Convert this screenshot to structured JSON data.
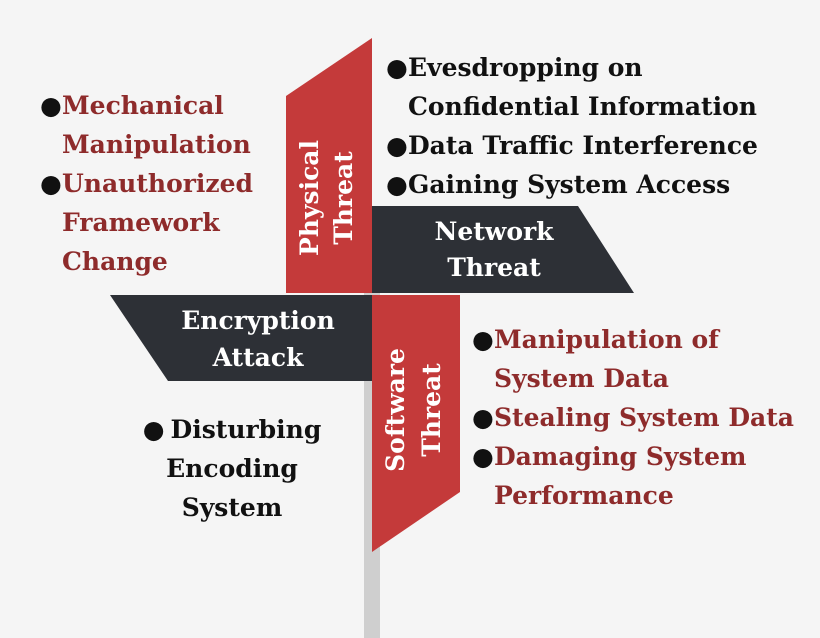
{
  "colors": {
    "red_panel": "#c43a3a",
    "dark_panel": "#2d3036",
    "pole": "#cfcfcf",
    "red_text": "#8e2b2b",
    "dark_text": "#111111"
  },
  "panels": {
    "physical": {
      "line1": "Physical",
      "line2": "Threat"
    },
    "network": {
      "line1": "Network",
      "line2": "Threat"
    },
    "encryption": {
      "line1": "Encryption",
      "line2": "Attack"
    },
    "software": {
      "line1": "Software",
      "line2": "Threat"
    }
  },
  "physical_items": [
    {
      "lines": [
        "Mechanical",
        "Manipulation"
      ]
    },
    {
      "lines": [
        "Unauthorized",
        "Framework",
        "Change"
      ]
    }
  ],
  "network_items": [
    {
      "lines": [
        "Evesdropping on",
        "Confidential Information"
      ]
    },
    {
      "lines": [
        "Data Traffic Interference"
      ]
    },
    {
      "lines": [
        "Gaining System Access"
      ]
    }
  ],
  "software_items": [
    {
      "lines": [
        "Manipulation of",
        "System Data"
      ]
    },
    {
      "lines": [
        "Stealing System Data"
      ]
    },
    {
      "lines": [
        "Damaging System",
        "Performance"
      ]
    }
  ],
  "encryption_items": [
    {
      "lines": [
        "Disturbing",
        "Encoding",
        "System"
      ]
    }
  ]
}
